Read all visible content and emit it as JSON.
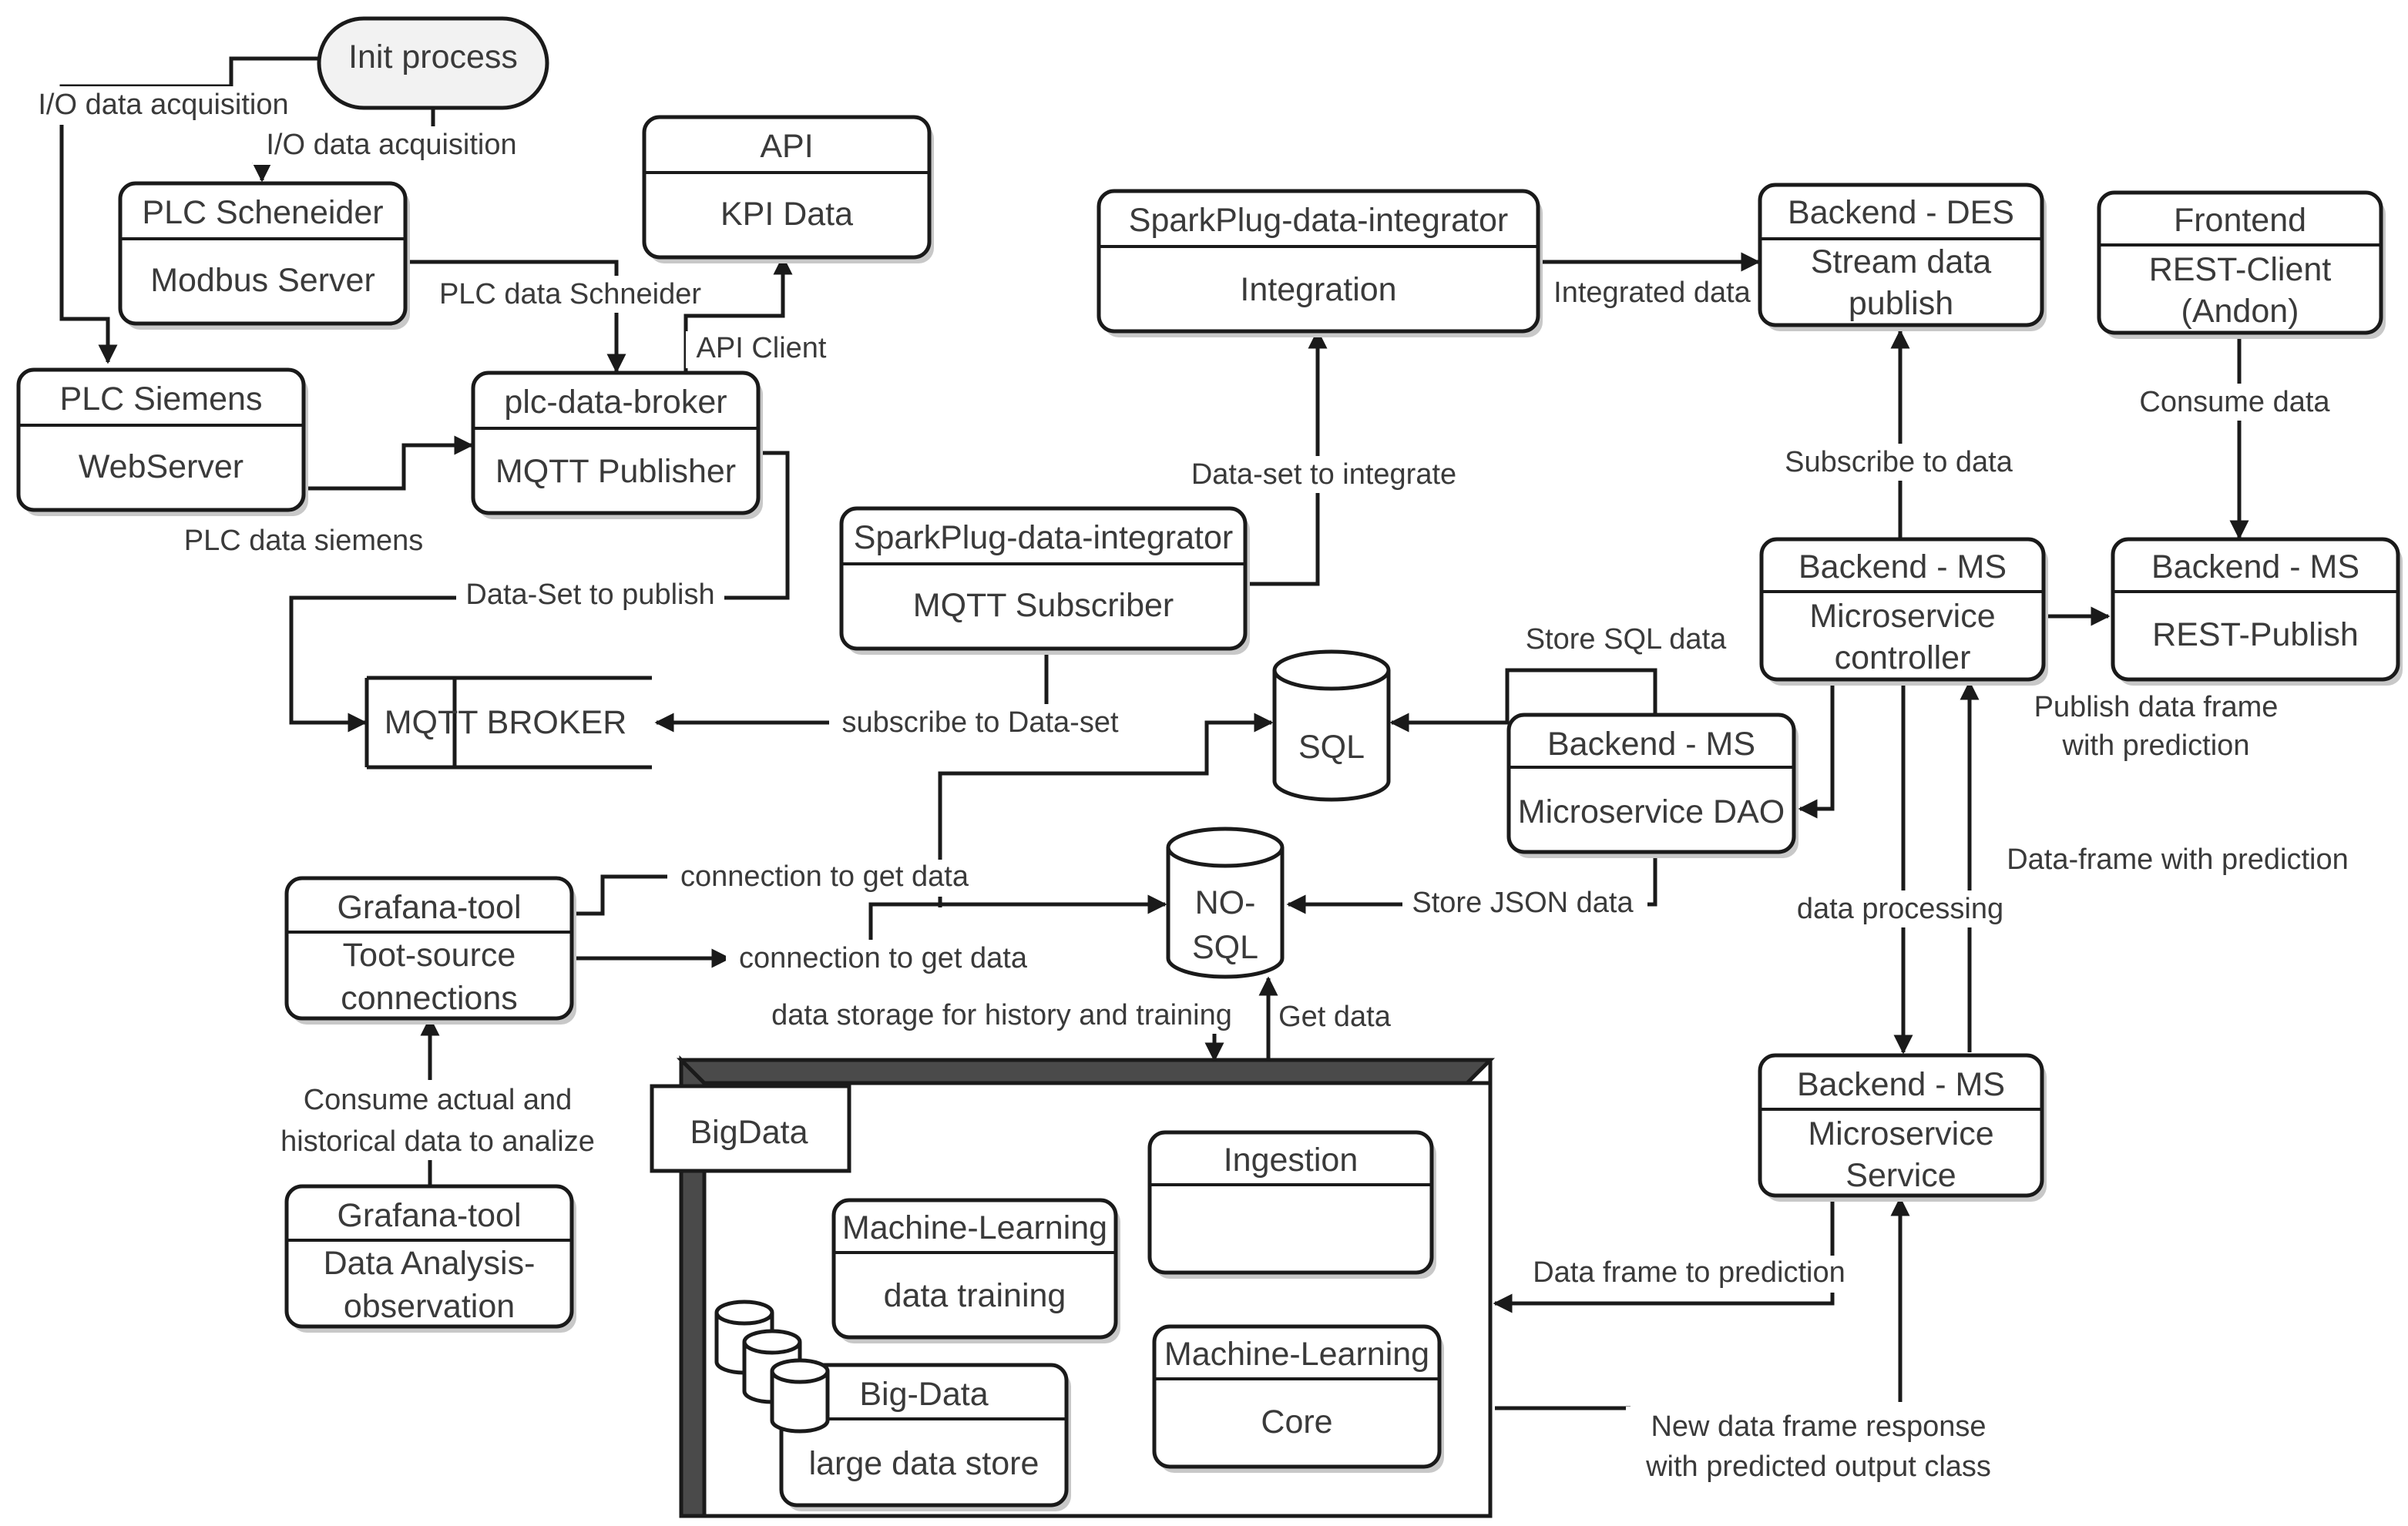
{
  "nodes": {
    "init": {
      "label": "Init process"
    },
    "plc_schneider": {
      "title": "PLC Scheneider",
      "body": "Modbus Server"
    },
    "plc_siemens": {
      "title": "PLC Siemens",
      "body": "WebServer"
    },
    "api": {
      "title": "API",
      "body": "KPI Data"
    },
    "broker": {
      "title": "plc-data-broker",
      "body": "MQTT Publisher"
    },
    "mqtt_broker": {
      "label": "MQTT BROKER"
    },
    "spark_integrator": {
      "title": "SparkPlug-data-integrator",
      "body": "Integration"
    },
    "spark_subscriber": {
      "title": "SparkPlug-data-integrator",
      "body": "MQTT Subscriber"
    },
    "backend_des": {
      "title": "Backend - DES",
      "body": [
        "Stream data",
        "publish"
      ]
    },
    "frontend": {
      "title": "Frontend",
      "body": [
        "REST-Client",
        "(Andon)"
      ]
    },
    "backend_ms_controller": {
      "title": "Backend - MS",
      "body": [
        "Microservice",
        "controller"
      ]
    },
    "backend_ms_rest": {
      "title": "Backend - MS",
      "body": "REST-Publish"
    },
    "sql": {
      "label": "SQL"
    },
    "backend_ms_dao": {
      "title": "Backend - MS",
      "body": "Microservice DAO"
    },
    "nosql": {
      "label": [
        "NO-",
        "SQL"
      ]
    },
    "grafana_sources": {
      "title": "Grafana-tool",
      "body": [
        "Toot-source",
        "connections"
      ]
    },
    "grafana_analysis": {
      "title": "Grafana-tool",
      "body": [
        "Data Analysis-",
        "observation"
      ]
    },
    "bigdata": {
      "label": "BigData"
    },
    "ingestion": {
      "title": "Ingestion",
      "body": ""
    },
    "ml_training": {
      "title": "Machine-Learning",
      "body": "data training"
    },
    "ml_core": {
      "title": "Machine-Learning",
      "body": "Core"
    },
    "bigdata_store": {
      "title": "Big-Data",
      "body": "large data store"
    },
    "backend_ms_service": {
      "title": "Backend - MS",
      "body": [
        "Microservice",
        "Service"
      ]
    }
  },
  "edges": {
    "io_left": "I/O data acquisition",
    "io_right": "I/O data acquisition",
    "plc_data_schneider": "PLC data Schneider",
    "api_client": "API Client",
    "plc_data_siemens": "PLC data siemens",
    "dataset_publish": "Data-Set to publish",
    "subscribe_dataset": "subscribe to Data-set",
    "dataset_integrate": "Data-set to integrate",
    "integrated_data": "Integrated data",
    "subscribe_to_data": "Subscribe to data",
    "consume_data": "Consume data",
    "publish_frame": [
      "Publish data frame",
      "with prediction"
    ],
    "store_sql": "Store SQL data",
    "conn_get_data_1": "connection to get data",
    "conn_get_data_2": "connection to get data",
    "store_json": "Store JSON data",
    "data_processing": "data processing",
    "frame_with_prediction": "Data-frame with prediction",
    "storage_history": "data storage for history and training",
    "get_data": "Get data",
    "consume_actual": [
      "Consume actual and",
      "historical data to analize"
    ],
    "frame_to_prediction": "Data frame to prediction",
    "new_frame_response": [
      "New data frame response",
      "with predicted output class"
    ]
  }
}
